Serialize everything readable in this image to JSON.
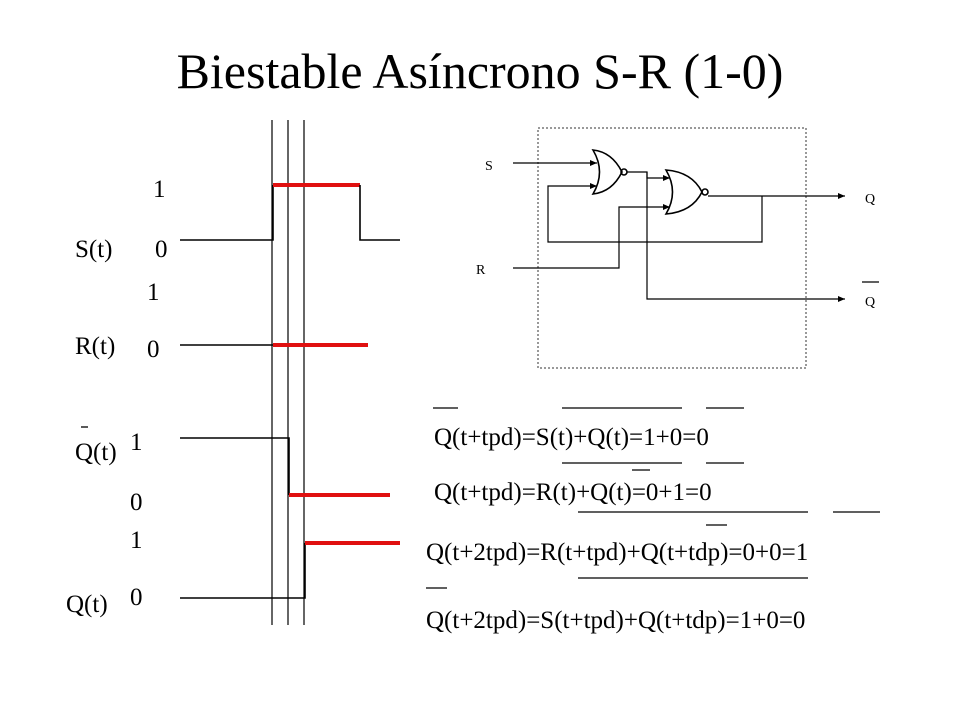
{
  "title": "Biestable Asíncrono S-R (1-0)",
  "timing": {
    "signals": {
      "s": "S(t)",
      "r": "R(t)",
      "qbar": "Q(t)",
      "q": "Q(t)"
    },
    "levels": {
      "s_high": "1",
      "s_low": "0",
      "r_high": "1",
      "r_low": "0",
      "qbar_high": "1",
      "qbar_low": "0",
      "q_high": "1",
      "q_low": "0"
    }
  },
  "circuit": {
    "input_s": "S",
    "input_r": "R",
    "output_q": "Q",
    "output_qbar": "Q"
  },
  "equations": [
    "Q(t+tpd)=S(t)+Q(t)=1+0=0",
    "Q(t+tpd)=R(t)+Q(t)=0+1=0",
    "Q(t+2tpd)=R(t+tpd)+Q(t+tdp)=0+0=1",
    "Q(t+2tpd)=S(t+tpd)+Q(t+tdp)=1+0=0"
  ],
  "colors": {
    "highlight": "#e01010",
    "line": "#000000"
  }
}
